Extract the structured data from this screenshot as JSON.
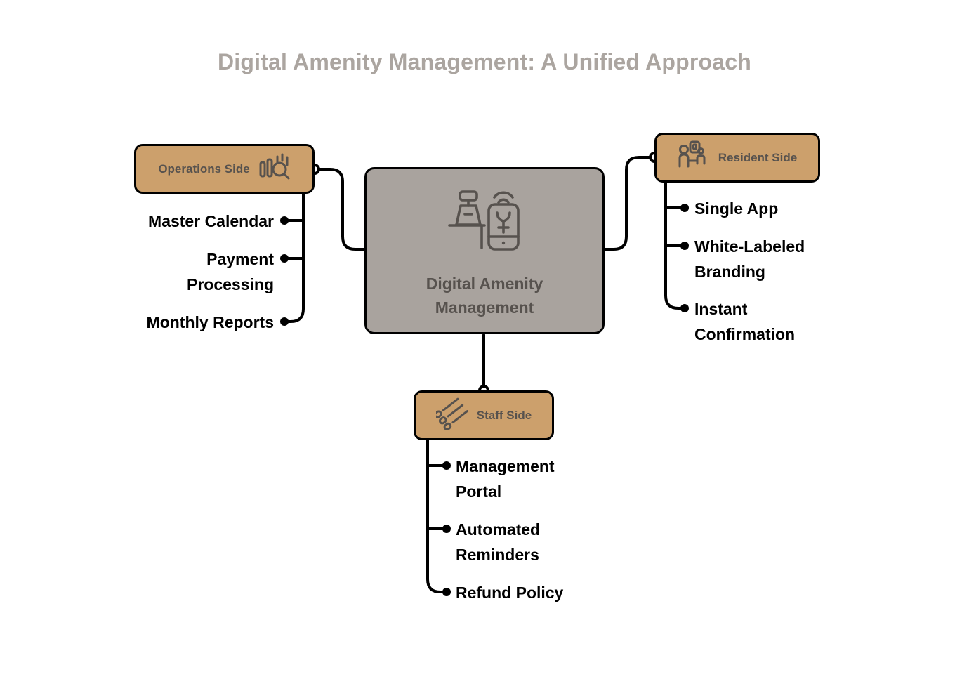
{
  "title": "Digital Amenity Management: A Unified Approach",
  "colors": {
    "background": "#ffffff",
    "title_text": "#aba5a0",
    "center_fill": "#a9a39e",
    "branch_fill": "#cca06c",
    "node_text": "#57524e",
    "stroke": "#000000",
    "leaf_text": "#000000"
  },
  "center": {
    "label": "Digital Amenity\nManagement",
    "icon": "amenity-device-and-smartphone-icon"
  },
  "branches": [
    {
      "id": "operations",
      "label": "Operations Side",
      "icon": "analytics-magnifier-icon",
      "icon_position": "right",
      "side": "left",
      "leaves": [
        {
          "label": "Master Calendar"
        },
        {
          "label": "Payment\nProcessing"
        },
        {
          "label": "Monthly Reports"
        }
      ]
    },
    {
      "id": "resident",
      "label": "Resident Side",
      "icon": "people-connection-icon",
      "icon_position": "left",
      "side": "right",
      "leaves": [
        {
          "label": "Single App"
        },
        {
          "label": "White-Labeled\nBranding"
        },
        {
          "label": "Instant\nConfirmation"
        }
      ]
    },
    {
      "id": "staff",
      "label": "Staff Side",
      "icon": "diagonal-task-list-icon",
      "icon_position": "left",
      "side": "bottom",
      "leaves": [
        {
          "label": "Management\nPortal"
        },
        {
          "label": "Automated\nReminders"
        },
        {
          "label": "Refund Policy"
        }
      ]
    }
  ]
}
